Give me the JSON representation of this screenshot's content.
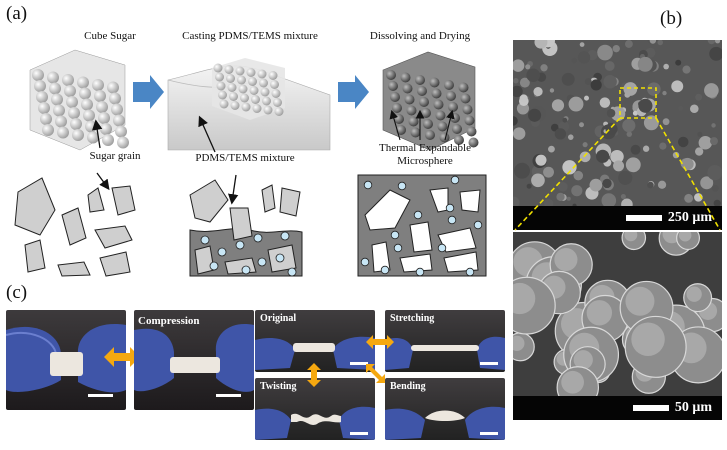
{
  "panels": {
    "a": {
      "label": "(a)",
      "steps": [
        "Cube Sugar",
        "Casting PDMS/TEMS mixture",
        "Dissolving and Drying"
      ],
      "callouts": {
        "sugar_grain": "Sugar grain",
        "pdms_mixture": "PDMS/TEMS mixture",
        "microsphere_line1": "Thermal Expandable",
        "microsphere_line2": "Microsphere"
      }
    },
    "b": {
      "label": "(b)",
      "top_scale": "250 μm",
      "bottom_scale": "50 μm"
    },
    "c": {
      "label": "(c)",
      "labels": {
        "compression": "Compression",
        "original": "Original",
        "stretching": "Stretching",
        "twisting": "Twisting",
        "bending": "Bending"
      }
    }
  },
  "colors": {
    "flow_arrow": "#4a86c5",
    "double_arrow": "#f5a810",
    "glove": "#3f55a8",
    "grain": "#cfcfcf",
    "pdms": "#7f7f7f",
    "microsphere": "#c8e6f5",
    "zoom_box": "#f0e000"
  }
}
